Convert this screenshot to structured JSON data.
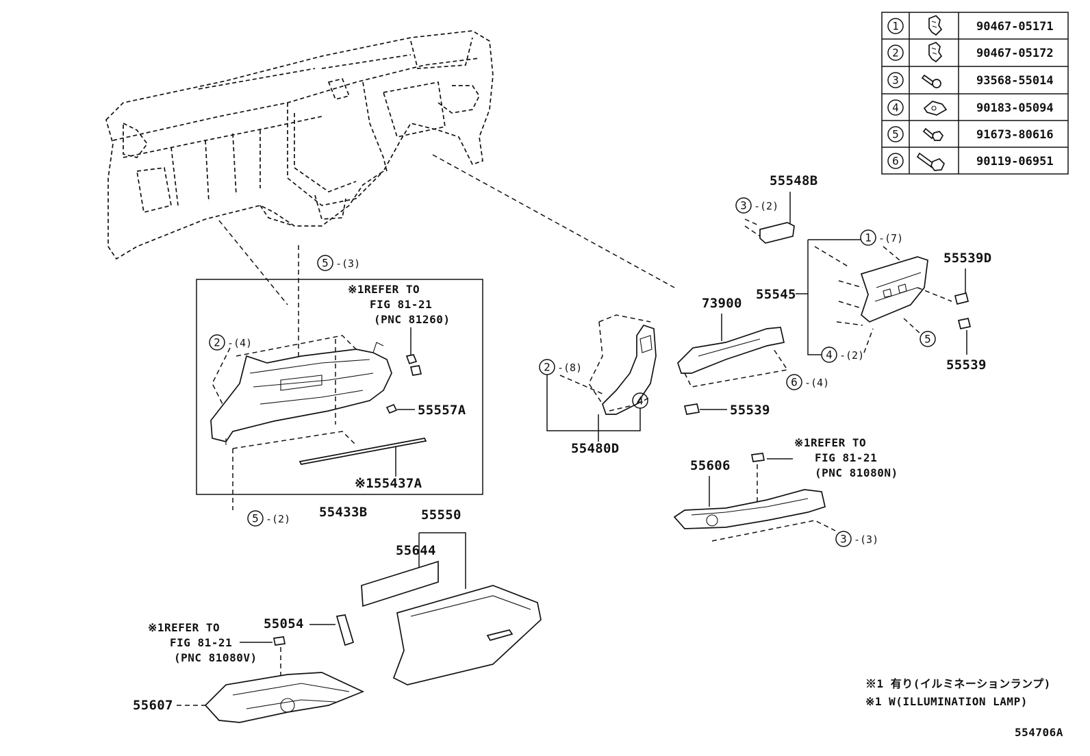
{
  "diagram_id": "554706A",
  "legend": [
    {
      "num": "1",
      "part": "90467-05171",
      "icon": "clip-icon"
    },
    {
      "num": "2",
      "part": "90467-05172",
      "icon": "clip-icon"
    },
    {
      "num": "3",
      "part": "93568-55014",
      "icon": "screw-icon"
    },
    {
      "num": "4",
      "part": "90183-05094",
      "icon": "nut-clip-icon"
    },
    {
      "num": "5",
      "part": "91673-80616",
      "icon": "screw-icon"
    },
    {
      "num": "6",
      "part": "90119-06951",
      "icon": "bolt-icon"
    }
  ],
  "parts": {
    "p55548B": "55548B",
    "p55539D": "55539D",
    "p55545": "55545",
    "p55539_right": "55539",
    "p73900": "73900",
    "p55539_mid": "55539",
    "p55480D": "55480D",
    "p55606": "55606",
    "p55557A": "55557A",
    "p55437A": "※155437A",
    "p55433B": "55433B",
    "p55550": "55550",
    "p55644": "55644",
    "p55054": "55054",
    "p55607": "55607"
  },
  "callouts": {
    "c5_3": {
      "num": "5",
      "qty": "-(3)"
    },
    "c2_4": {
      "num": "2",
      "qty": "-(4)"
    },
    "c5_2": {
      "num": "5",
      "qty": "-(2)"
    },
    "c3_2": {
      "num": "3",
      "qty": "-(2)"
    },
    "c1_7": {
      "num": "1",
      "qty": "-(7)"
    },
    "c4_2": {
      "num": "4",
      "qty": "-(2)"
    },
    "c5_r": {
      "num": "5",
      "qty": ""
    },
    "c6_4": {
      "num": "6",
      "qty": "-(4)"
    },
    "c2_8": {
      "num": "2",
      "qty": "-(8)"
    },
    "c4_m": {
      "num": "4",
      "qty": ""
    },
    "c3_3": {
      "num": "3",
      "qty": "-(3)"
    }
  },
  "refer_notes": {
    "n81260": [
      "※1REFER TO",
      "FIG 81-21",
      "(PNC 81260)"
    ],
    "n81080N": [
      "※1REFER TO",
      "FIG 81-21",
      "(PNC 81080N)"
    ],
    "n81080V": [
      "※1REFER TO",
      "FIG 81-21",
      "(PNC 81080V)"
    ]
  },
  "footnotes": {
    "jp": "※1 有り(イルミネーションランプ)",
    "en": "※1 W(ILLUMINATION LAMP)"
  }
}
